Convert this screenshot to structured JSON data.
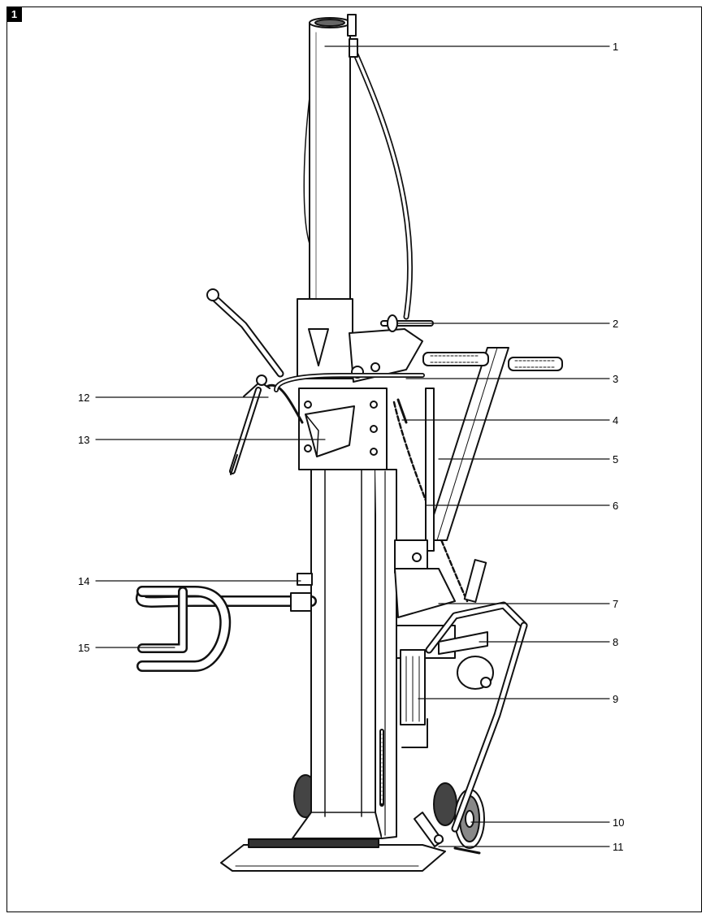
{
  "figure_number": "1",
  "callouts": [
    {
      "id": "1"
    },
    {
      "id": "2"
    },
    {
      "id": "3"
    },
    {
      "id": "4"
    },
    {
      "id": "5"
    },
    {
      "id": "6"
    },
    {
      "id": "7"
    },
    {
      "id": "8"
    },
    {
      "id": "9"
    },
    {
      "id": "10"
    },
    {
      "id": "11"
    },
    {
      "id": "12"
    },
    {
      "id": "13"
    },
    {
      "id": "14"
    },
    {
      "id": "15"
    }
  ]
}
